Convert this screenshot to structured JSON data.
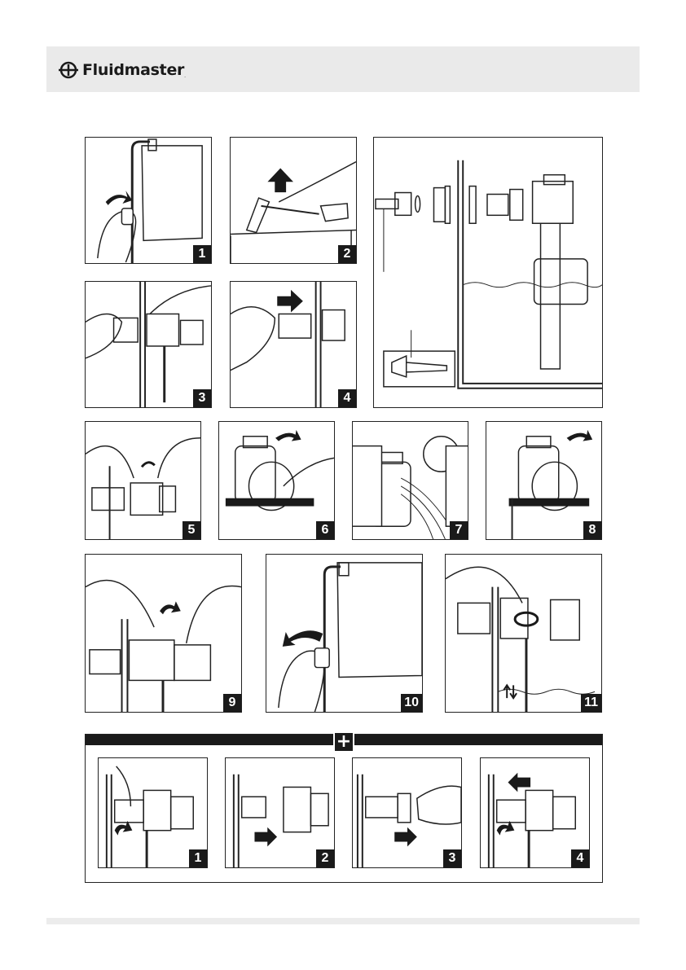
{
  "brand": {
    "name": "Fluidmaster",
    "reg_mark": "."
  },
  "steps": [
    {
      "label": "1"
    },
    {
      "label": "2"
    },
    {
      "label": "3"
    },
    {
      "label": "4"
    },
    {
      "label": "5"
    },
    {
      "label": "6"
    },
    {
      "label": "7"
    },
    {
      "label": "8"
    },
    {
      "label": "9"
    },
    {
      "label": "10"
    },
    {
      "label": "11"
    }
  ],
  "kit": {
    "symbol": "+",
    "steps": [
      {
        "label": "1"
      },
      {
        "label": "2"
      },
      {
        "label": "3"
      },
      {
        "label": "4"
      }
    ]
  },
  "colors": {
    "ink": "#1a1a1a",
    "band": "#eaeaea"
  }
}
